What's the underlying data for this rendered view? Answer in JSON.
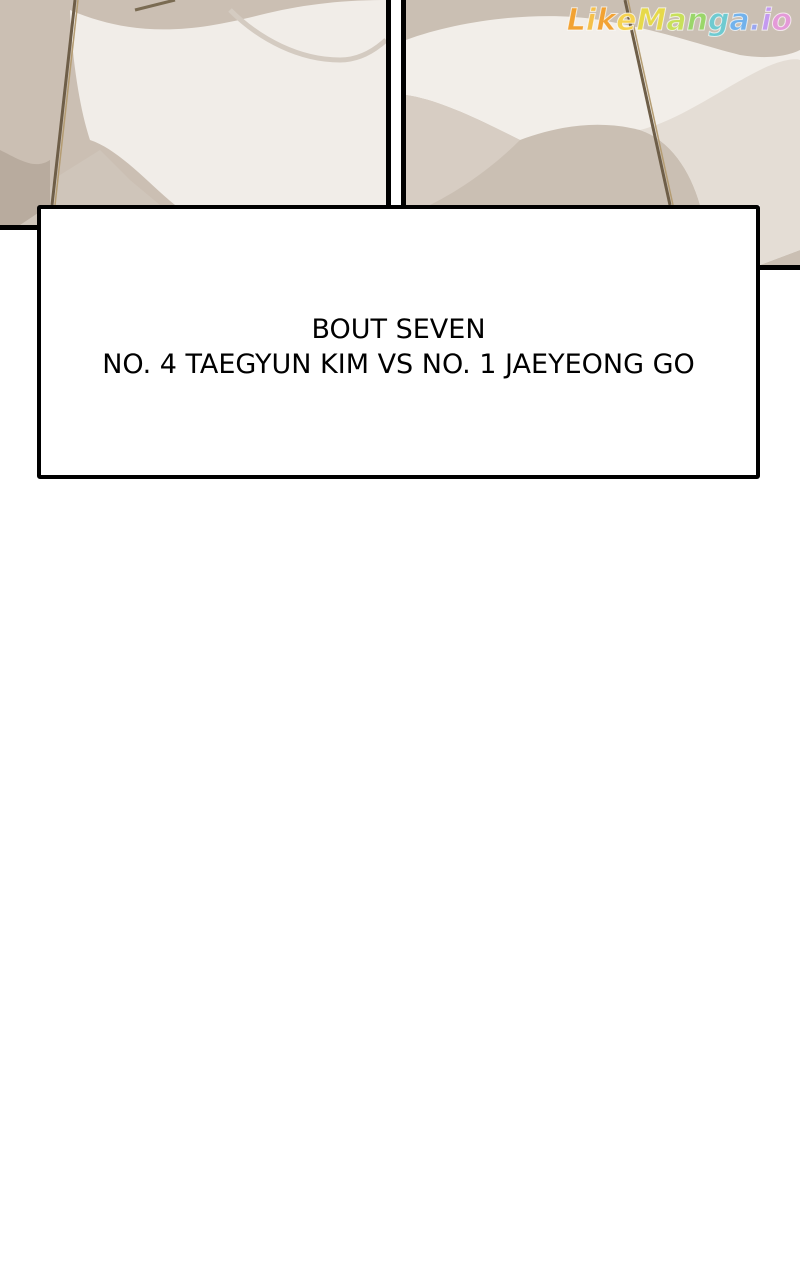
{
  "watermark": {
    "text": "LikeManga.io",
    "letters": [
      {
        "ch": "L",
        "color": "#f2a233"
      },
      {
        "ch": "i",
        "color": "#f5c04a"
      },
      {
        "ch": "k",
        "color": "#f2a233"
      },
      {
        "ch": "e",
        "color": "#f5d250"
      },
      {
        "ch": "M",
        "color": "#e6d94a"
      },
      {
        "ch": "a",
        "color": "#c8e05a"
      },
      {
        "ch": "n",
        "color": "#9ad66a"
      },
      {
        "ch": "g",
        "color": "#6fcad0"
      },
      {
        "ch": "a",
        "color": "#72b2ec"
      },
      {
        "ch": ".",
        "color": "#9aa6f0"
      },
      {
        "ch": "i",
        "color": "#c49af0"
      },
      {
        "ch": "o",
        "color": "#e49ad8"
      }
    ]
  },
  "caption": {
    "line1": "BOUT SEVEN",
    "line2": "NO. 4 TAEGYUN KIM VS NO. 1 JAEYEONG GO"
  },
  "colors": {
    "background": "#ffffff",
    "border": "#000000",
    "art_light": "#f3efea",
    "art_shadow": "#c8bdb1"
  }
}
